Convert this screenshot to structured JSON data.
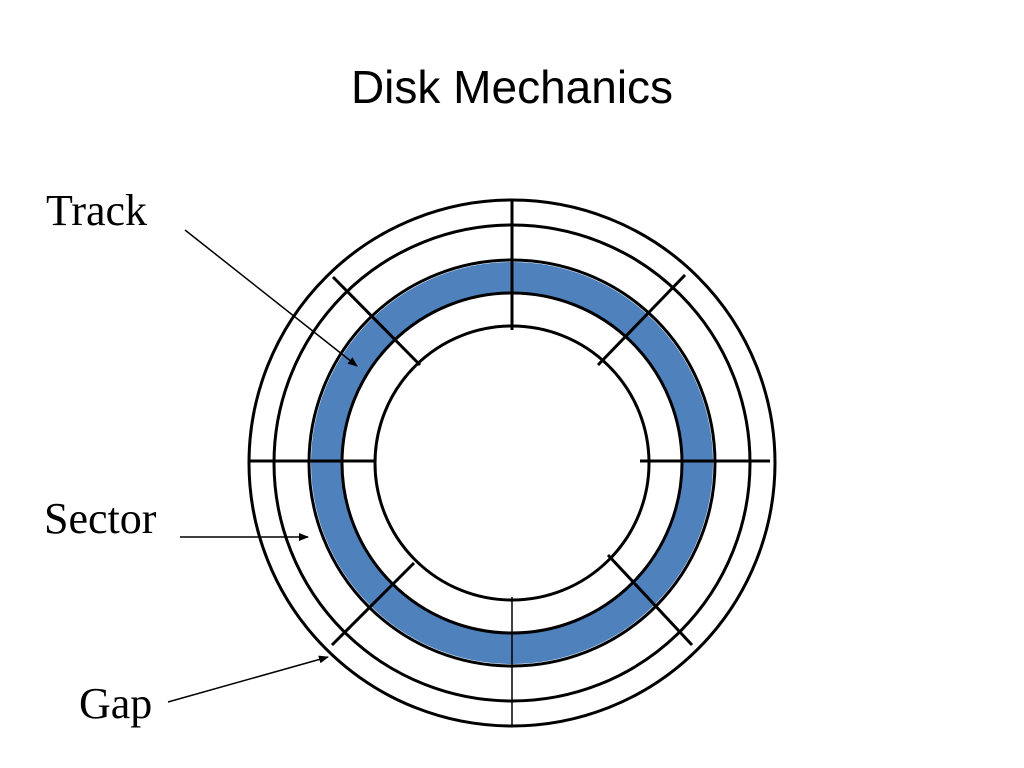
{
  "title": "Disk Mechanics",
  "labels": {
    "track": "Track",
    "sector": "Sector",
    "gap": "Gap"
  },
  "colors": {
    "highlighted_track": "#4f81bd",
    "stroke": "#000000",
    "background": "#ffffff"
  }
}
